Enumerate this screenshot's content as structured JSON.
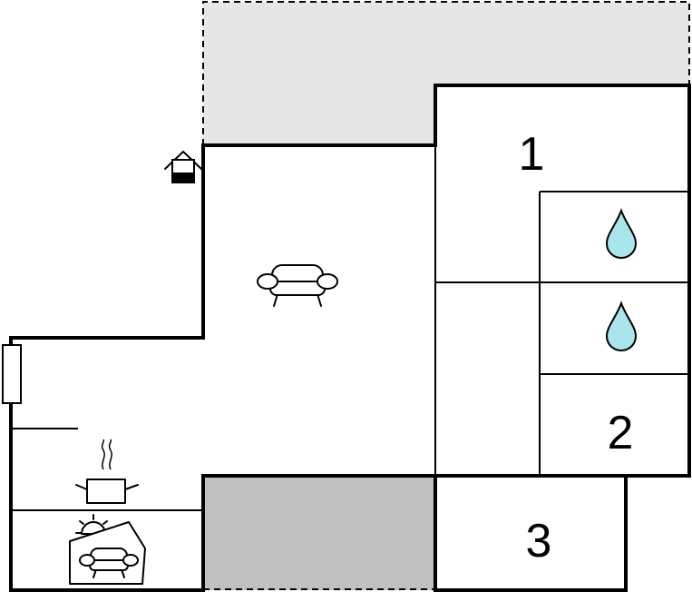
{
  "plan": {
    "rooms": [
      {
        "id": "bedroom-1",
        "label": "1"
      },
      {
        "id": "bedroom-2",
        "label": "2"
      },
      {
        "id": "bedroom-3",
        "label": "3"
      }
    ],
    "icons": {
      "living": "sofa-icon",
      "kitchen": "cooking-pot-icon",
      "veranda": "sun-sofa-icon",
      "entrance": "house-entrance-icon",
      "bathrooms": [
        "water-drop-icon",
        "water-drop-icon"
      ]
    },
    "colors": {
      "terrace": "#e6e6e6",
      "storage": "#c0c0c0",
      "water_drop": "#a8e6ec",
      "walls": "#000000"
    }
  }
}
